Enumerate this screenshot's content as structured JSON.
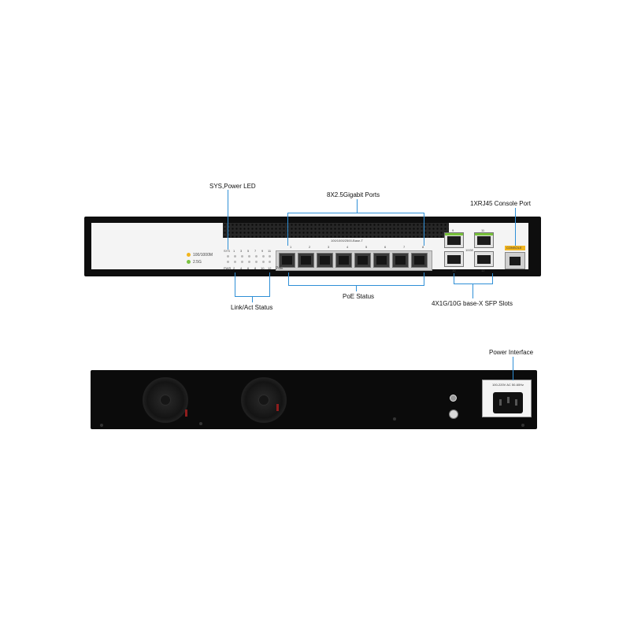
{
  "front": {
    "labels": {
      "sys_power_led": "SYS,Power LED",
      "gigabit_ports": "8X2.5Gigabit  Ports",
      "console_port": "1XRJ45 Console Port",
      "link_act_status": "Link/Act Status",
      "poe_status": "PoE Status",
      "sfp_slots": "4X1G/10G base-X SFP Slots"
    },
    "legend": {
      "speed_1": "100/1000M",
      "speed_2": "2.5G",
      "speed_1_color": "#f2b51c",
      "speed_2_color": "#7cc242"
    },
    "led_panel": {
      "sys": "SYS",
      "pwr": "PWR",
      "top_numbers": [
        "1",
        "3",
        "5",
        "7",
        "9",
        "11"
      ],
      "bottom_numbers": [
        "2",
        "4",
        "6",
        "8",
        "10",
        "12"
      ]
    },
    "port_block": {
      "header": "100/1000/2500-Base-T",
      "numbers": [
        "1",
        "2",
        "3",
        "4",
        "5",
        "6",
        "7",
        "8"
      ],
      "poe": "PoE"
    },
    "sfp": {
      "top_numbers": [
        "9",
        "11"
      ],
      "bottom_numbers": [
        "10",
        "12"
      ],
      "side_label": "10GE"
    },
    "console_tag": "CONSOLE"
  },
  "back": {
    "labels": {
      "power_interface": "Power Interface"
    },
    "power_rating": "100-220V AC 50-60Hz"
  }
}
